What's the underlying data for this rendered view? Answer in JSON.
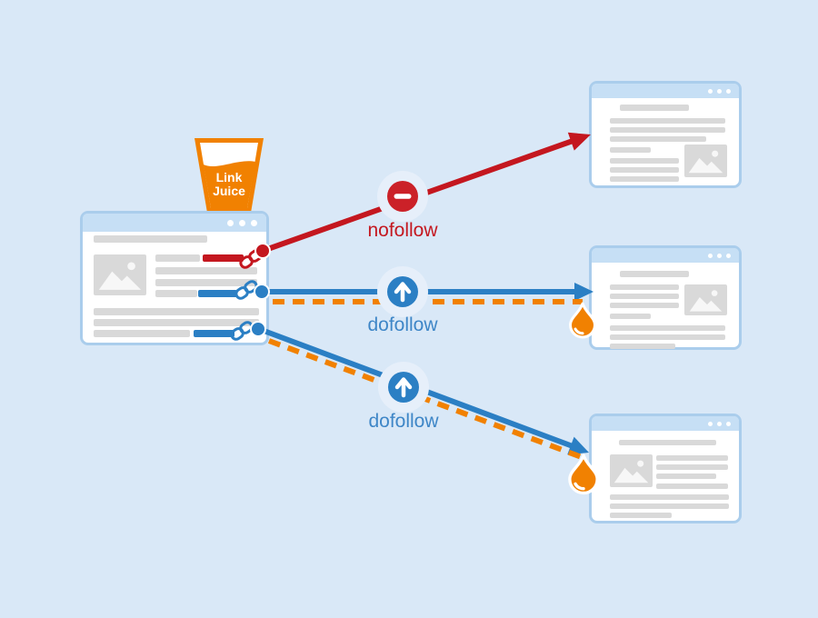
{
  "cup": {
    "label_line1": "Link",
    "label_line2": "Juice"
  },
  "paths": {
    "nofollow": {
      "label": "nofollow"
    },
    "dofollow_middle": {
      "label": "dofollow"
    },
    "dofollow_bottom": {
      "label": "dofollow"
    }
  },
  "icons": {
    "nofollow_icon": "minus-circle",
    "dofollow_icon": "arrow-up-circle",
    "link_icon": "chain-link",
    "juice_drop_icon": "droplet",
    "image_placeholder_icon": "image-mountain",
    "window_dots_icon": "window-buttons"
  },
  "colors": {
    "background": "#d9e8f7",
    "window_border": "#aacdec",
    "window_titlebar": "#c6dff5",
    "window_body": "#ffffff",
    "content_line": "#d9d9d9",
    "placeholder_glyph": "#f7f7f7",
    "red": "#c4171f",
    "red_icon": "#cb2128",
    "blue": "#2b7fc4",
    "blue_text": "#3e86c7",
    "orange": "#f18101",
    "halo": "#e6effa"
  }
}
